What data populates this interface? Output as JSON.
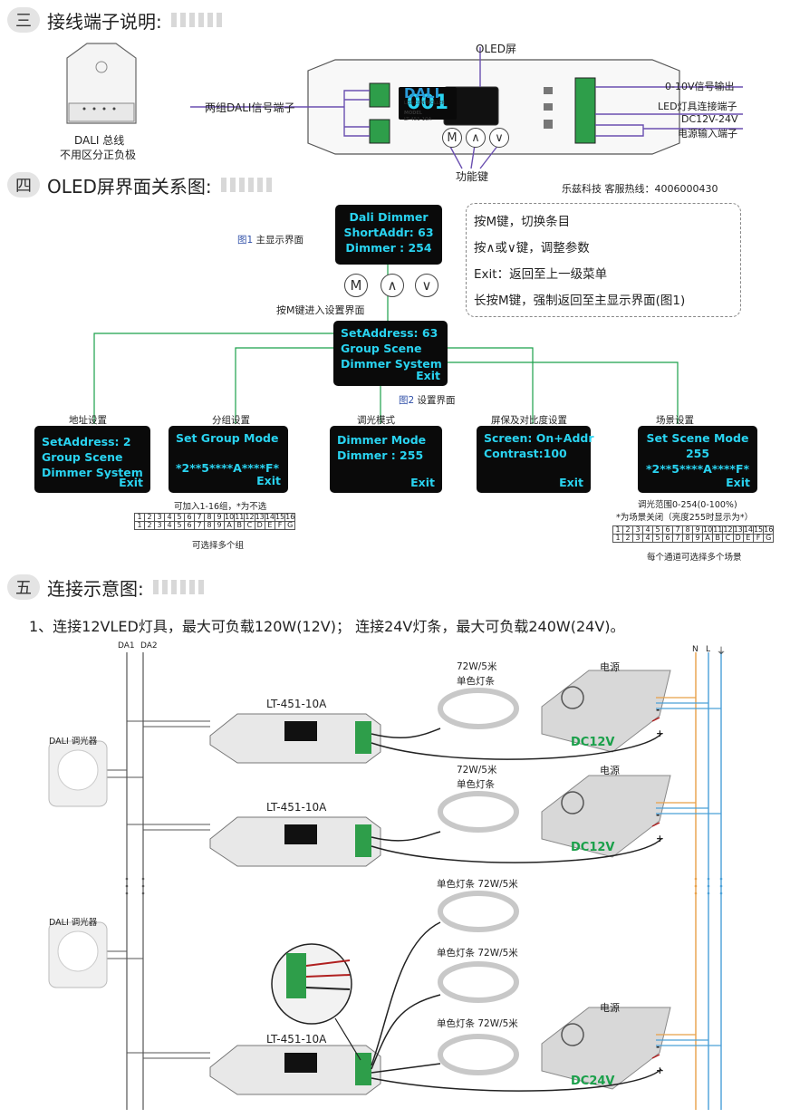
{
  "section3": {
    "num": "三",
    "title": "接线端子说明:"
  },
  "dali_bus": {
    "line1": "DALI 总线",
    "line2": "不用区分正负极"
  },
  "oled_label": "OLED屏",
  "dali_terminal_label": "两组DALI信号端子",
  "right_labels": {
    "out_010": "0-10V信号输出",
    "led_out": "LED灯具连接端子",
    "dc_in_1": "DC12V-24V",
    "dc_in_2": "电源输入端子"
  },
  "device": {
    "brand": "DALI",
    "sub": "LED CONTROLLER",
    "model_label": "MODEL",
    "model": "LT-451-10A",
    "display": "001"
  },
  "func_keys": "功能键",
  "btn": {
    "m": "M",
    "up": "∧",
    "down": "∨"
  },
  "section4": {
    "num": "四",
    "title": "OLED屏界面关系图:"
  },
  "hotline": "乐兹科技 客服热线：4006000430",
  "main_screen": {
    "line1": "Dali Dimmer",
    "line2": "ShortAddr:  63",
    "line3": "Dimmer   : 254"
  },
  "fig1_caption": {
    "num": "图1",
    "text": "主显示界面"
  },
  "notes": [
    "按M键，切换条目",
    "按∧或∨键，调整参数",
    "Exit：返回至上一级菜单",
    "长按M键，强制返回至主显示界面(图1)"
  ],
  "enter_setup": "按M键进入设置界面",
  "setup_screen": {
    "line1": "SetAddress: 63",
    "line2": "Group   Scene",
    "line3": "Dimmer  System",
    "exit": "Exit"
  },
  "fig2_caption": {
    "num": "图2",
    "text": "设置界面"
  },
  "sub_labels": {
    "addr": "地址设置",
    "group": "分组设置",
    "dim": "调光模式",
    "screen": "屏保及对比度设置",
    "scene": "场景设置"
  },
  "addr_screen": {
    "line1": "SetAddress: 2",
    "line2": "Group   Scene",
    "line3": "Dimmer  System",
    "exit": "Exit"
  },
  "group_screen": {
    "line1": "Set Group Mode",
    "line2": "*2**5****A****F*",
    "exit": "Exit"
  },
  "dim_screen": {
    "line1": "Dimmer  Mode",
    "line2": "Dimmer :  255",
    "exit": "Exit"
  },
  "scr_screen": {
    "line1": "Screen: On+Addr",
    "line2": "Contrast:100",
    "exit": "Exit"
  },
  "scene_screen": {
    "line1": "Set Scene Mode",
    "line2": "255",
    "line3": "*2**5****A****F*",
    "exit": "Exit"
  },
  "group_notes": {
    "top": "可加入1-16组，*为不选",
    "bottom": "可选择多个组"
  },
  "scene_notes": {
    "top1": "调光范围0-254(0-100%)",
    "top2": "*为场景关闭（亮度255时显示为*）",
    "bottom": "每个通道可选择多个场景"
  },
  "table_row1": [
    "1",
    "2",
    "3",
    "4",
    "5",
    "6",
    "7",
    "8",
    "9",
    "10",
    "11",
    "12",
    "13",
    "14",
    "15",
    "16"
  ],
  "table_row2": [
    "1",
    "2",
    "3",
    "4",
    "5",
    "6",
    "7",
    "8",
    "9",
    "A",
    "B",
    "C",
    "D",
    "E",
    "F",
    "G"
  ],
  "section5": {
    "num": "五",
    "title": "连接示意图:"
  },
  "connect_desc": "1、连接12VLED灯具，最大可负载120W(12V)；  连接24V灯条，最大可负载240W(24V)。",
  "bus_labels": {
    "da1": "DA1",
    "da2": "DA2",
    "n": "N",
    "l": "L",
    "gnd": "⏚"
  },
  "strip1": {
    "watt": "72W/5米",
    "name": "单色灯条"
  },
  "strip2": {
    "watt": "72W/5米",
    "name": "单色灯条"
  },
  "strip3": "单色灯条 72W/5米",
  "strip4": "单色灯条 72W/5米",
  "strip5": "单色灯条 72W/5米",
  "psu_label": "电源",
  "dc12": "DC12V",
  "dc24": "DC24V",
  "controller_label": "LT-451-10A",
  "dimmer_label": "DALI 调光器",
  "dots": "⋮",
  "plus": "+",
  "minus": "-",
  "colors": {
    "screen_text": "#29d3f0",
    "green": "#1aa04a",
    "wire_purple": "#6a4fb0",
    "bus_blue": "#4aa0d8",
    "bus_orange": "#e8a048"
  }
}
